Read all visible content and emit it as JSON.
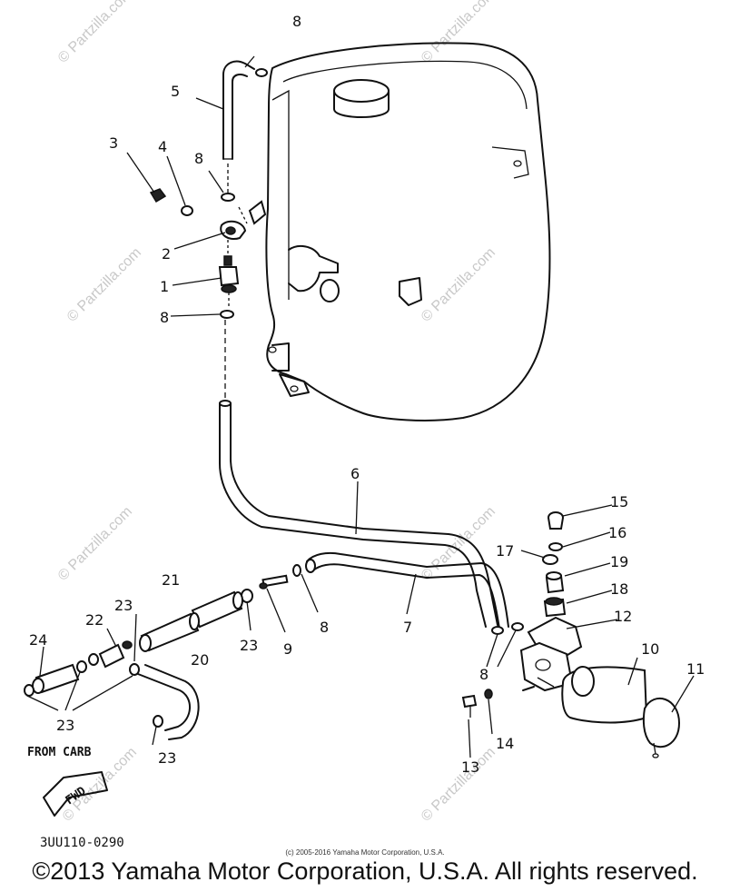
{
  "diagram": {
    "callouts": {
      "c1": "1",
      "c2": "2",
      "c3": "3",
      "c4": "4",
      "c5": "5",
      "c6": "6",
      "c7": "7",
      "c8a": "8",
      "c8b": "8",
      "c8c": "8",
      "c8d": "8",
      "c8e": "8",
      "c9": "9",
      "c10": "10",
      "c11": "11",
      "c12": "12",
      "c13": "13",
      "c14": "14",
      "c15": "15",
      "c16": "16",
      "c17": "17",
      "c18": "18",
      "c19": "19",
      "c20": "20",
      "c21": "21",
      "c22": "22",
      "c23a": "23",
      "c23b": "23",
      "c23c": "23",
      "c23d": "23",
      "c24": "24"
    },
    "from_carb": "FROM CARB",
    "fwd_arrow": "FWD",
    "part_number": "3UU110-0290",
    "fine_print": "(c) 2005-2016 Yamaha Motor Corporation, U.S.A.",
    "watermark": "© Partzilla.com"
  },
  "footer": {
    "copyright": "©2013 Yamaha Motor Corporation, U.S.A. All rights reserved."
  }
}
